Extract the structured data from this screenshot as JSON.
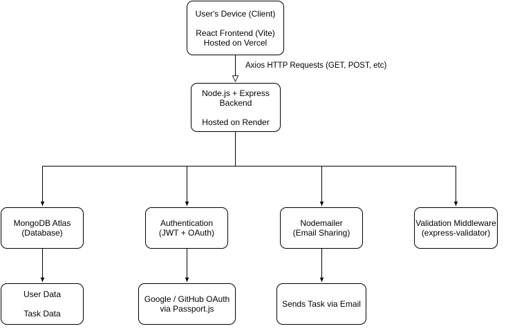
{
  "colors": {
    "stroke": "#000000",
    "fill": "#ffffff",
    "text": "#000000"
  },
  "nodes": {
    "client": {
      "line1": "User's Device (Client)",
      "line2": "React Frontend (Vite)",
      "line3": "Hosted on Vercel"
    },
    "backend": {
      "line1": "Node.js + Express",
      "line2": "Backend",
      "line3": "Hosted on Render"
    },
    "mongodb": {
      "line1": "MongoDB Atlas",
      "line2": "(Database)"
    },
    "auth": {
      "line1": "Authentication",
      "line2": "(JWT + OAuth)"
    },
    "nodemailer": {
      "line1": "Nodemailer",
      "line2": "(Email Sharing)"
    },
    "validation": {
      "line1": "Validation Middleware",
      "line2": "(express-validator)"
    },
    "userdata": {
      "line1": "User Data",
      "line2": "Task Data"
    },
    "oauth": {
      "line1": "Google / GitHub OAuth",
      "line2": "via Passport.js"
    },
    "email": {
      "line1": "Sends Task via Email"
    }
  },
  "edges": {
    "client_backend_label": "Axios HTTP Requests (GET, POST, etc)"
  }
}
